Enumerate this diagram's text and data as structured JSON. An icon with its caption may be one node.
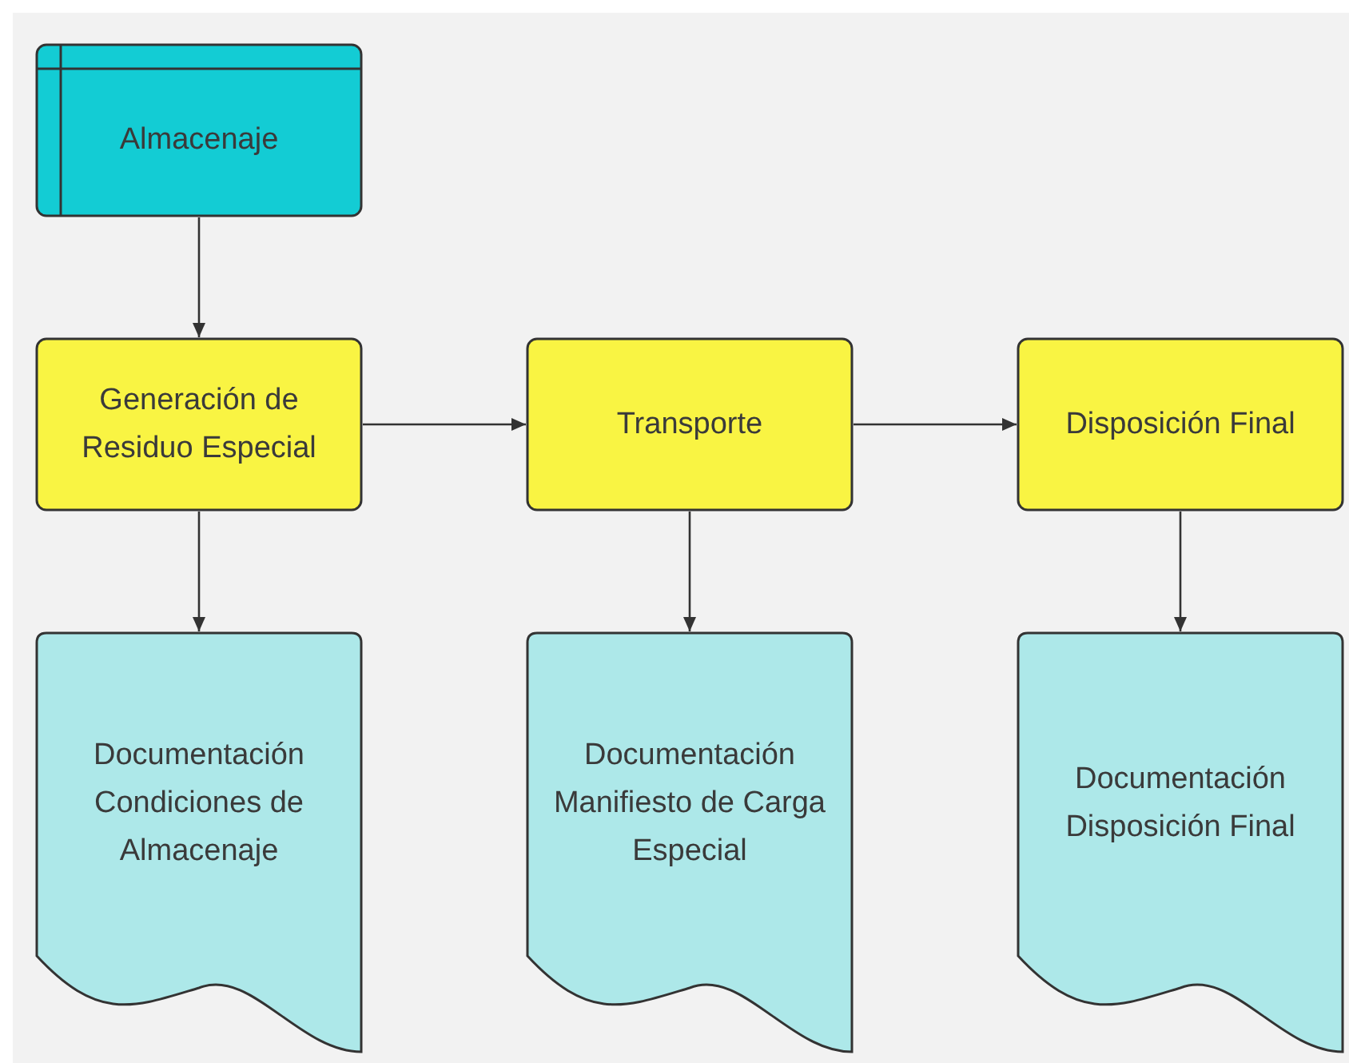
{
  "diagram": {
    "nodes": [
      {
        "text": [
          "Almacenaje"
        ]
      },
      {
        "text": [
          "Generación de Residuo Especial"
        ]
      },
      {
        "text": [
          "Transporte"
        ]
      },
      {
        "text": [
          "Disposición Final"
        ]
      },
      {
        "text": [
          "Documentación Condiciones de Almacenaje"
        ]
      },
      {
        "text": [
          "Documentación Manifiesto de Carga Especial"
        ]
      },
      {
        "text": [
          "Documentación Disposición Final"
        ]
      }
    ],
    "edges": [
      {
        "from": 0,
        "to": 1,
        "arrow": "to"
      },
      {
        "from": 1,
        "to": 2,
        "arrow": "to"
      },
      {
        "from": 2,
        "to": 3,
        "arrow": "to"
      },
      {
        "from": 1,
        "to": 4,
        "arrow": "to"
      },
      {
        "from": 2,
        "to": 5,
        "arrow": "to"
      },
      {
        "from": 3,
        "to": 6,
        "arrow": "to"
      }
    ]
  }
}
